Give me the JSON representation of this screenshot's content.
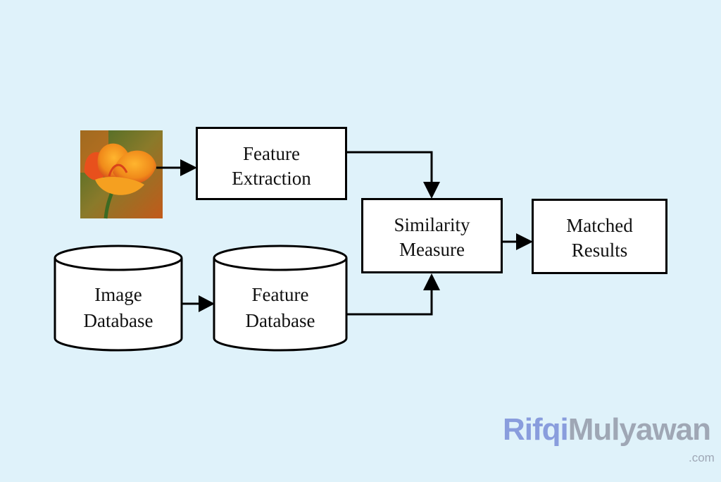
{
  "nodes": {
    "query_image": {
      "icon": "flower-image",
      "colors": [
        "#f59a1c",
        "#e0531a",
        "#4a7a2c"
      ]
    },
    "feature_extraction": {
      "line1": "Feature",
      "line2": "Extraction"
    },
    "similarity_measure": {
      "line1": "Similarity",
      "line2": "Measure"
    },
    "matched_results": {
      "line1": "Matched",
      "line2": "Results"
    },
    "image_database": {
      "line1": "Image",
      "line2": "Database"
    },
    "feature_database": {
      "line1": "Feature",
      "line2": "Database"
    }
  },
  "edges": [
    {
      "from": "query_image",
      "to": "feature_extraction"
    },
    {
      "from": "feature_extraction",
      "to": "similarity_measure"
    },
    {
      "from": "image_database",
      "to": "feature_database"
    },
    {
      "from": "feature_database",
      "to": "similarity_measure"
    },
    {
      "from": "similarity_measure",
      "to": "matched_results"
    }
  ],
  "watermark": {
    "part1": "Rifqi",
    "part2": "Mulyawan",
    "domain": ".com"
  },
  "colors": {
    "background": "#dff2fa",
    "stroke": "#000000",
    "box_fill": "#ffffff"
  }
}
